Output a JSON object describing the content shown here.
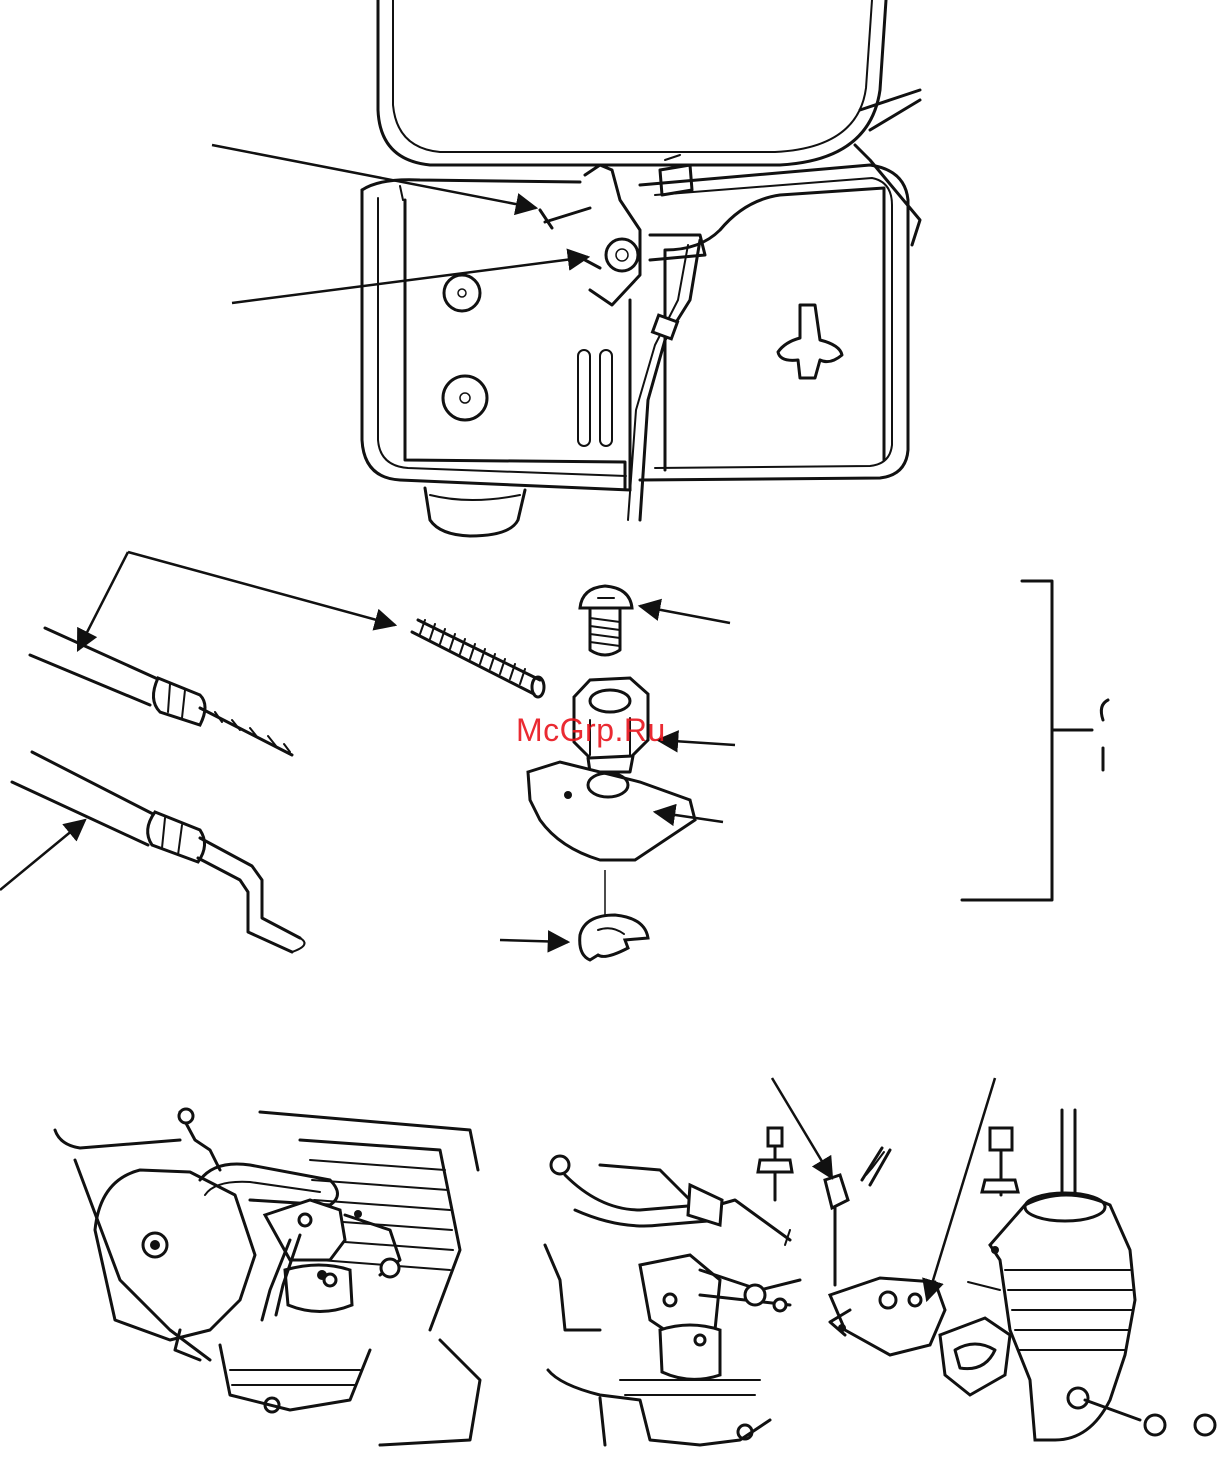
{
  "watermark": {
    "text": "McGrp.Ru",
    "color": "#e8141c"
  },
  "figures": [
    {
      "name": "engine-top-view",
      "icons": [
        "fuel-tank",
        "control-lever",
        "air-cleaner"
      ]
    },
    {
      "name": "exploded-cable-parts",
      "icons": [
        "cable",
        "spring",
        "screw",
        "nut",
        "plate",
        "e-clip"
      ]
    },
    {
      "name": "carburetor-left",
      "icons": [
        "carburetor",
        "engine"
      ]
    },
    {
      "name": "carburetor-right-exploded",
      "icons": [
        "carburetor",
        "governor-link",
        "cylinder"
      ]
    }
  ],
  "bracket_label": "I"
}
